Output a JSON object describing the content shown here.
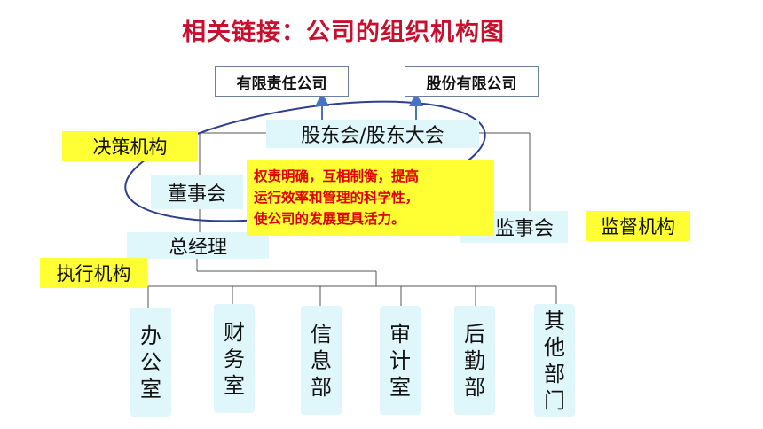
{
  "title": "相关链接：公司的组织机构图",
  "company_types": [
    "有限责任公司",
    "股份有限公司"
  ],
  "shareholders": "股东会/股东大会",
  "board": "董事会",
  "supervisors": "监事会",
  "manager": "总经理",
  "labels": {
    "decision": "决策机构",
    "supervision": "监督机构",
    "execution": "执行机构"
  },
  "note_lines": [
    "权责明确，互相制衡，提高",
    "运行效率和管理的科学性，",
    "使公司的发展更具活力。"
  ],
  "departments": [
    {
      "chars": [
        "办",
        "公",
        "室"
      ]
    },
    {
      "chars": [
        "财",
        "务",
        "室"
      ]
    },
    {
      "chars": [
        "信",
        "息",
        "部"
      ]
    },
    {
      "chars": [
        "审",
        "计",
        "室"
      ]
    },
    {
      "chars": [
        "后",
        "勤",
        "部"
      ]
    },
    {
      "chars": [
        "其",
        "他",
        "部",
        "门"
      ]
    }
  ],
  "colors": {
    "title": "#c8102e",
    "highlight": "#ffff33",
    "box_fill": "#dff6fb",
    "ellipse": "#2f3f8f",
    "note_text": "#e00000"
  }
}
